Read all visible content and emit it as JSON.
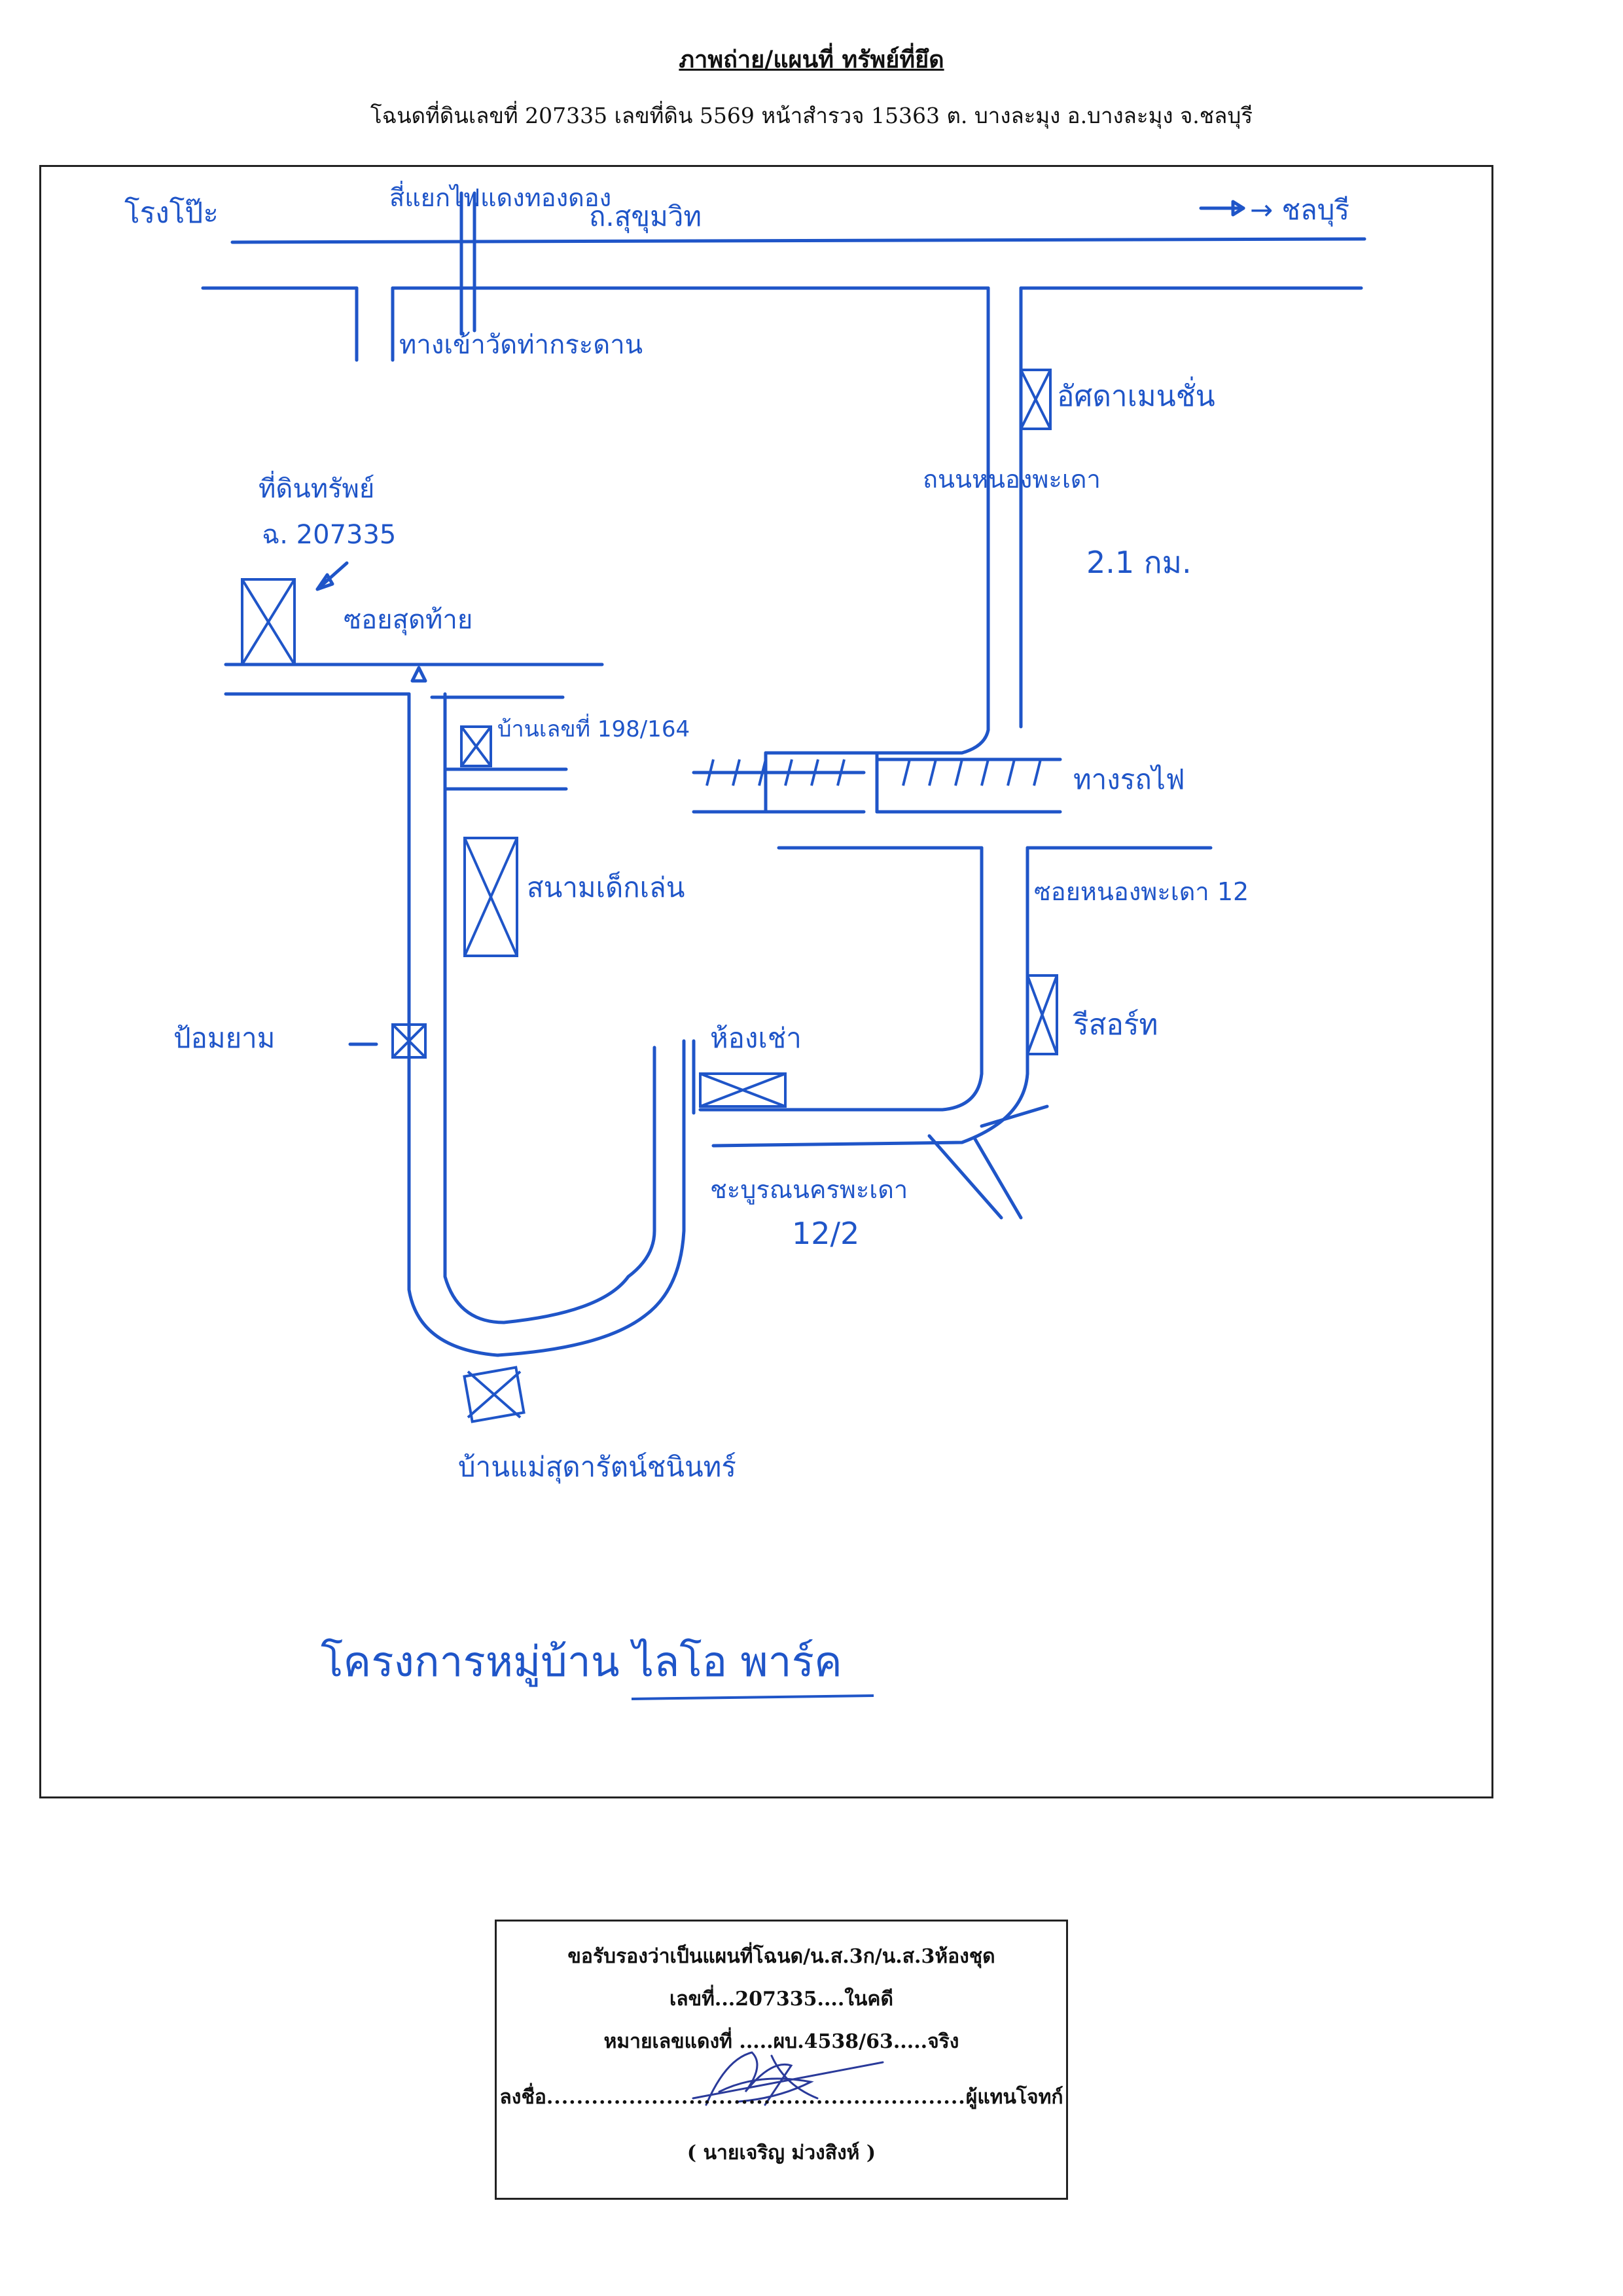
{
  "header": {
    "title": "ภาพถ่าย/แผนที่ ทรัพย์ที่ยึด",
    "subtitle": "โฉนดที่ดินเลขที่ 207335  เลขที่ดิน 5569  หน้าสำรวจ 15363  ต. บางละมุง   อ.บางละมุง   จ.ชลบุรี"
  },
  "map": {
    "ink_color": "#1f55c8",
    "labels": {
      "landmark_top_left": "โรงโป๊ะ",
      "intersection": "สี่แยกไฟแดงทองดอง",
      "main_road": "ถ.สุขุมวิท",
      "direction_arrow": "→ ชลบุรี",
      "paper_mill_road": "ทางเข้าวัดท่ากระดาน",
      "apartment": "อัศดาเมนชั่น",
      "soi_nongprue": "ถนนหนองพะเดา",
      "distance": "2.1 กม.",
      "land_plot": "ที่ดินทรัพย์",
      "deed_no": "ฉ. 207335",
      "dead_end_soi": "ซอยสุดท้าย",
      "house_no": "บ้านเลขที่ 198/164",
      "railway": "ทางรถไฟ",
      "playground": "สนามเด็กเล่น",
      "soi_12": "ซอยหนองพะเดา 12",
      "resort": "รีสอร์ท",
      "guard_post": "ป้อมยาม",
      "row_houses": "ห้องเช่า",
      "community": "ชะบูรณนครพะเดา",
      "community_no": "12/2",
      "bottom_house": "บ้านแม่สุดารัตน์ชนินทร์",
      "project_name": "โครงการหมู่บ้าน ไลโอ พาร์ค"
    }
  },
  "certification": {
    "line1": "ขอรับรองว่าเป็นแผนที่โฉนด/น.ส.3ก/น.ส.3ห้องชุด",
    "line2": "เลขที่...207335....ในคดี",
    "line3": "หมายเลขแดงที่ .....ผบ.4538/63.....จริง",
    "sign_prefix": "ลงชื่อ",
    "sign_dots": "........................................................",
    "sign_role": "ผู้แทนโจทก์",
    "signer": "(   นายเจริญ  ม่วงสิงห์    )"
  }
}
